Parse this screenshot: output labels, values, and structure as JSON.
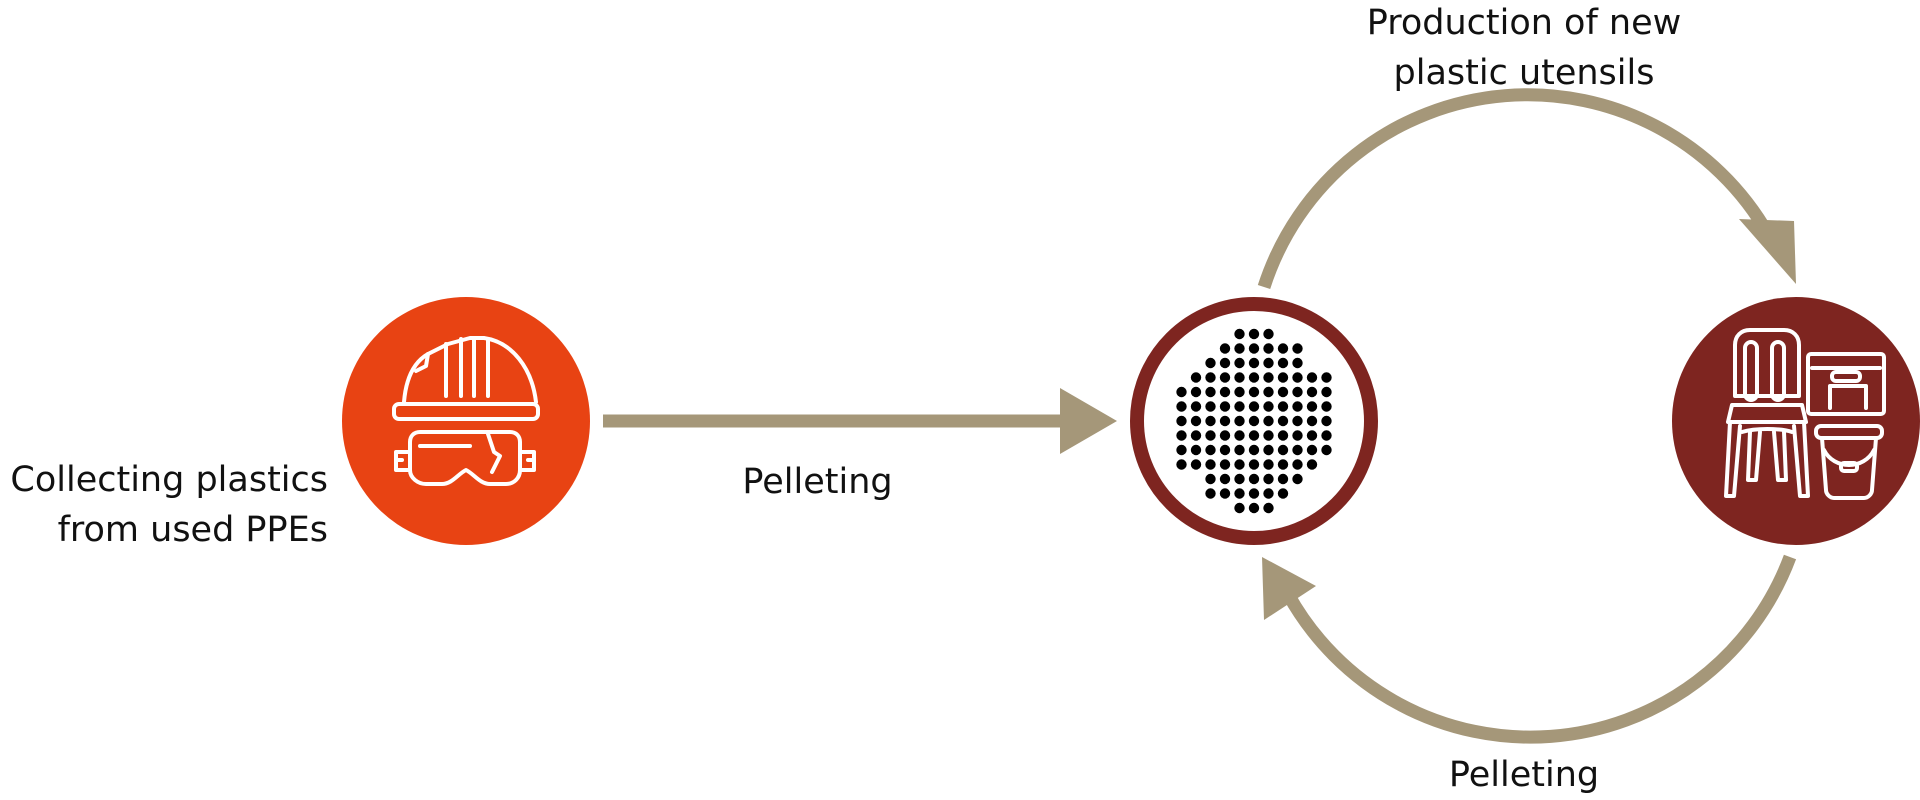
{
  "colors": {
    "arrow": "#a59779",
    "ppe_circle": "#e84313",
    "pellet_ring": "#7e2520",
    "products_circle": "#7e2520",
    "pellet_dot": "#000000",
    "icon_stroke": "#ffffff"
  },
  "nodes": [
    {
      "id": "ppe",
      "icon": "hard-hat-goggles-icon"
    },
    {
      "id": "pellets",
      "icon": "plastic-pellets-icon"
    },
    {
      "id": "products",
      "icon": "chair-and-bucket-icon"
    }
  ],
  "labels": {
    "collecting": [
      "Collecting plastics",
      "from used PPEs"
    ],
    "pelleting_main": "Pelleting",
    "production": [
      "Production of new",
      "plastic utensils"
    ],
    "pelleting_cycle": "Pelleting"
  },
  "edges": [
    {
      "from": "ppe",
      "to": "pellets",
      "label": "Pelleting"
    },
    {
      "from": "pellets",
      "to": "products",
      "label": "Production of new plastic utensils"
    },
    {
      "from": "products",
      "to": "pellets",
      "label": "Pelleting"
    }
  ]
}
